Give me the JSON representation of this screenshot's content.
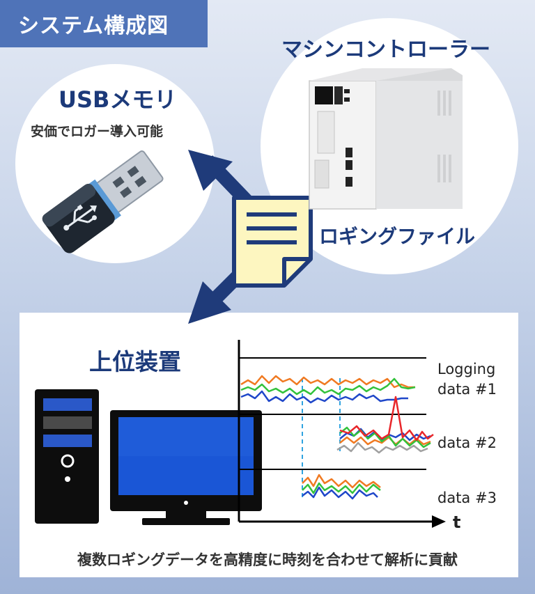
{
  "title": "システム構成図",
  "usb": {
    "title": "USBメモリ",
    "subtitle": "安価でロガー導入可能"
  },
  "machine_controller": {
    "title": "マシンコントローラー"
  },
  "logging_file": {
    "label": "ロギングファイル"
  },
  "host": {
    "title": "上位装置"
  },
  "timeline": {
    "rows": [
      {
        "label_line1": "Logging",
        "label_line2": "data #1"
      },
      {
        "label": "data #2"
      },
      {
        "label": "data #3"
      }
    ],
    "axis_label": "t"
  },
  "caption": "複数ロギングデータを高精度に時刻を合わせて解析に貢献",
  "colors": {
    "title_bg": "#4f73b8",
    "text_blue": "#1c3a7a",
    "arrow": "#1f3b7a",
    "series_orange": "#f07a22",
    "series_green": "#33c23c",
    "series_blue": "#1f47c9",
    "series_red": "#e8262a",
    "series_gray": "#a0a0a0",
    "dashed_line": "#2fa3e0"
  }
}
